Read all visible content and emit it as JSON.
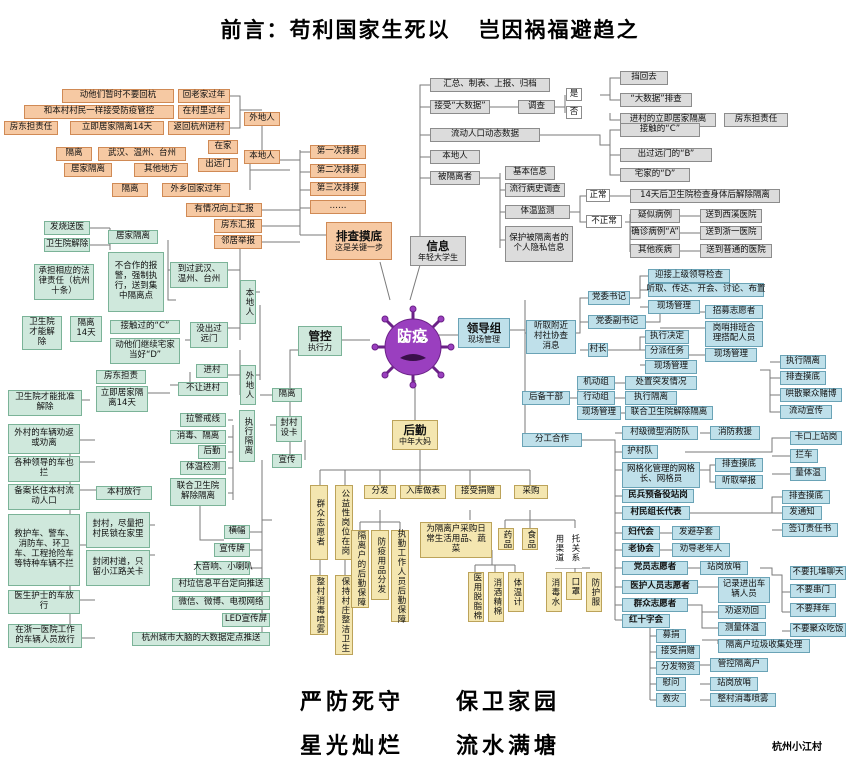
{
  "title": "前言：苟利国家生死以   岂因祸福避趋之",
  "center_label": "防疫",
  "slogans": {
    "s1a": "严防死守",
    "s1b": "保卫家园",
    "s2a": "星光灿烂",
    "s2b": "流水满塘"
  },
  "credit": "杭州小江村",
  "screening": {
    "main": "排查摸底",
    "sub": "这是关键一步",
    "rounds": [
      "第一次排摸",
      "第二次排摸",
      "第三次排摸",
      "……"
    ],
    "reports": [
      "有情况向上汇报",
      "房东汇报",
      "邻居举报"
    ],
    "outsiders": "外地人",
    "out_items": [
      "回老家过年",
      "在村里过年",
      "返回杭州进村"
    ],
    "out_details": [
      "动他们暂时不要回杭",
      "和本村村民一样接受防疫管控",
      "立即居家隔离14天"
    ],
    "landlord": "房东担责任",
    "locals": "本地人",
    "local_items": [
      "在家",
      "出远门",
      "外乡回家过年"
    ],
    "quarantine": "隔离",
    "regions": "武汉、温州、台州",
    "home_q": "居家隔离",
    "other_place": "其他地方"
  },
  "info": {
    "main": "信息",
    "sub": "年轻大学生",
    "collect": "汇总、制表、上报、归档",
    "bigdata": "接受“大数据”",
    "survey": "调查",
    "yes": "是",
    "no": "否",
    "survey_out": [
      "挡回去",
      "“大数据”排查",
      "进村的立即居家隔离"
    ],
    "landlord": "房东担责任",
    "flow": "流动人口动态数据",
    "locals": "本地人",
    "codes": [
      "接触的“C”",
      "出过远门的“B”",
      "宅家的“D”"
    ],
    "isolated": "被隔离者",
    "iso_items": [
      "基本信息",
      "流行病史调查",
      "体温监测",
      "保护被隔离者的个人隐私信息"
    ],
    "normal": "正常",
    "abnormal": "不正常",
    "normal_out": "14天后卫生院检查身体后解除隔离",
    "abn_items": [
      "疑似病例",
      "确诊病例“A”",
      "其他疾病"
    ],
    "abn_out": [
      "送到西溪医院",
      "送到浙一医院",
      "送到普通的医院"
    ]
  },
  "control": {
    "main": "管控",
    "sub": "执行力",
    "locals": "本地人",
    "outsiders": "外地人",
    "home_iso": "居家隔离",
    "send_q": "发烧送医",
    "hosp_release": "卫生院解除",
    "legal": "承担相应的法律责任（杭州十条）",
    "noncoop": "不合作的报警，强制执行，送到集中隔离点",
    "went_to": "到过武汉、温州、台州",
    "contact_c": "接触过的“C”",
    "iso14": "隔离14天",
    "hosp_rel2": "卫生院才能解除",
    "stay_d": "动他们继续宅家当好“D”",
    "no_trip": "没出过远门",
    "entered": "进村",
    "not_entered": "不让进村",
    "landlord": "房东担责",
    "home14": "立即居家隔离14天",
    "hosp3": "卫生院才能批准解除",
    "iso": "隔离",
    "exec_iso": "执行隔离",
    "exec_items": [
      "拉警戒线",
      "消毒、隔离",
      "后勤",
      "体温检测",
      "联合卫生院解除隔离"
    ],
    "seal": "封村设卡",
    "release_cars": "本村放行",
    "cars": [
      "外村的车辆劝返或劝离",
      "各种领导的车也拦",
      "备案长住本村流动人口",
      "救护车、警车、消防车、环卫车、工程抢险车等特种车辆不拦",
      "医生护士的车放行",
      "在浙一医院工作的车辆人员放行"
    ],
    "seal_items": [
      "封村，尽量把村民锁在家里",
      "封闭村道，只留小江路关卡"
    ],
    "publicity": "宣传",
    "pub_items": [
      "横幅",
      "宣传牌",
      "大音响、小喇叭",
      "村垃信息平台定向推送",
      "微信、微博、电视网络",
      "LED宣传屏",
      "杭州城市大脑的大数据定点推送"
    ]
  },
  "logistics": {
    "main": "后勤",
    "sub": "中年大妈",
    "cols": [
      "群众志愿者",
      "公益性岗位在岗",
      "分发",
      "入库做表",
      "接受捐赠",
      "采购"
    ],
    "vol_sub": "整村消毒喷雾",
    "post_sub": "保持村庄整洁卫生",
    "dist_items": [
      "隔离户的后勤保障",
      "防疫用品分发",
      "执勤工作人员后勤保障"
    ],
    "buy_for": "为隔离户采购日常生活用品、蔬菜",
    "medicine": "药品",
    "food": "食品",
    "friends": "托关系",
    "channels": "用渠道",
    "med_items": [
      "医用脱脂棉",
      "消酒精棉",
      "体温计"
    ],
    "sanitizer": "消毒水",
    "masks": "口罩",
    "suits": "防护服"
  },
  "leaders": {
    "main": "领导组",
    "sub": "现场管理",
    "village": "听取附近村社协查消息",
    "party_sec": "党委书记",
    "ps_items": [
      "迎接上级领导检查",
      "听取、传达、开会、讨论、布置",
      "现场管理"
    ],
    "deputy": "党委副书记",
    "dep_items": [
      "招募志愿者",
      "岗哨排班合理搭配人员",
      "现场管理"
    ],
    "chief": "村长",
    "chief_items": [
      "执行决定",
      "分派任务",
      "现场管理"
    ],
    "cadres": "后备干部",
    "cad_items": [
      "机动组",
      "行动组",
      "现场管理"
    ],
    "cad_out": [
      "处置突发情况",
      "执行隔离",
      "联合卫生院解除隔离"
    ],
    "dep_right": [
      "执行隔离",
      "排查摸底",
      "哄散聚众赌博",
      "流动宣传"
    ],
    "division": "分工合作",
    "div_items": [
      "村级微型消防队",
      "护村队",
      "网格化管理的网格长、网格员",
      "民兵预备役站岗",
      "村民组长代表",
      "妇代会",
      "老协会",
      "党员志愿者",
      "医护人员志愿者",
      "群众志愿者",
      "红十字会"
    ],
    "fire": "消防救援",
    "guard": [
      "卡口上站岗",
      "拦车",
      "量体温"
    ],
    "grid": [
      "排查摸底",
      "听取举报"
    ],
    "rep": [
      "排查摸底",
      "发通知",
      "签订责任书"
    ],
    "women": "发避孕套",
    "elders": "劝导老年人",
    "party_vol": "站岗放哨",
    "party_out": [
      "不要扎堆聊天",
      "不要串门",
      "不要拜年",
      "不要聚众吃饭"
    ],
    "med_vol": "记录进出车辆人员",
    "crowd_vol": "劝返劝回",
    "temp": "测量体温",
    "garbage": "隔离户垃圾收集处理",
    "red_items": [
      "募捐",
      "接受捐赠",
      "分发物资",
      "慰问",
      "救灾"
    ],
    "red_right": [
      "管控隔离户",
      "站岗放哨",
      "整村消毒喷雾"
    ]
  }
}
